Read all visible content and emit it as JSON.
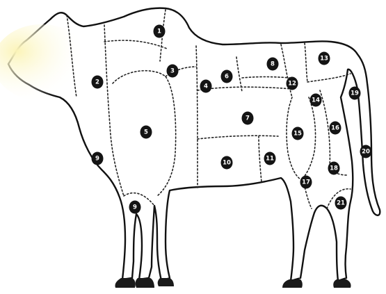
{
  "colors": {
    "background": "#ffffff",
    "body_fill": "#ffffff",
    "head_highlight": "#fbf7c8",
    "outline": "#111111",
    "badge": "#141414",
    "badge_text": "#ffffff",
    "hoof": "#1a1a1a"
  },
  "labels": [
    "1",
    "2",
    "3",
    "4",
    "5",
    "6",
    "7",
    "8",
    "9",
    "10",
    "11",
    "12",
    "13",
    "14",
    "15",
    "16",
    "17",
    "18",
    "19",
    "20",
    "21",
    "9"
  ]
}
